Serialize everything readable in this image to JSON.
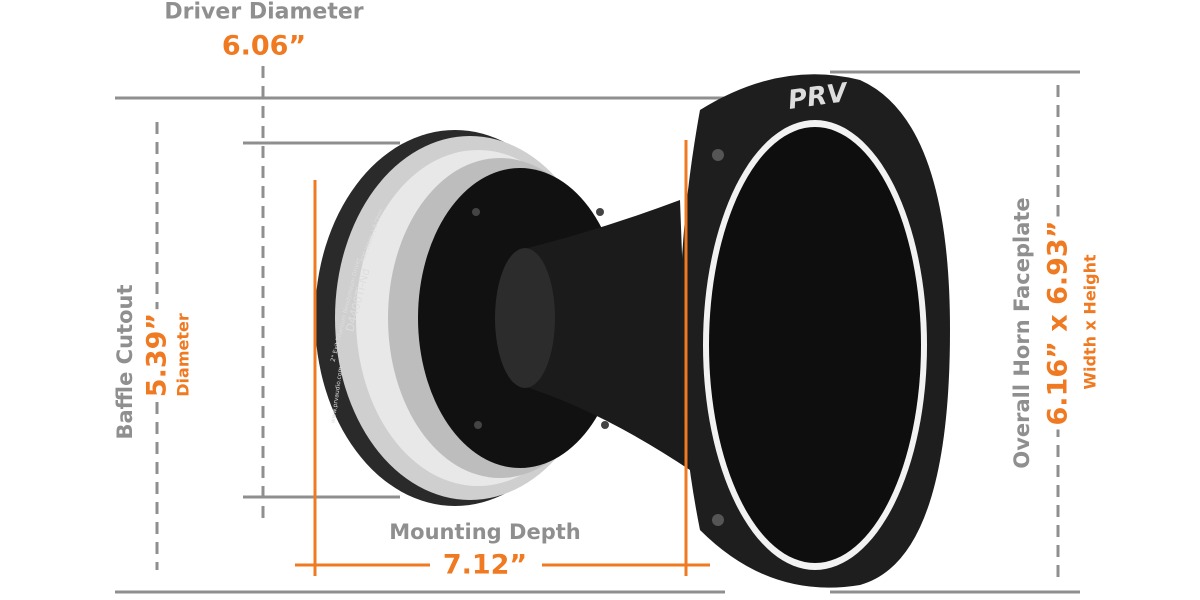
{
  "brand_logo": "PRV",
  "driver_label": {
    "model": "D4400Ti-Nd",
    "line1": "2\" Exit Titanium Neodymium Driver",
    "line2": "400 Watts | 8 Ohm",
    "site": "www.prvaudio.com"
  },
  "driver_diameter": {
    "label": "Driver Diameter",
    "value": "6.06”"
  },
  "baffle_cutout": {
    "label": "Baffle Cutout",
    "value": "5.39”",
    "unit": "Diameter"
  },
  "mounting_depth": {
    "label": "Mounting Depth",
    "value": "7.12”"
  },
  "horn_faceplate": {
    "label": "Overall Horn Faceplate",
    "value": "6.16” x 6.93”",
    "unit": "Width x Height"
  },
  "colors": {
    "gray": "#8f8f8f",
    "orange": "#ef7a22"
  }
}
